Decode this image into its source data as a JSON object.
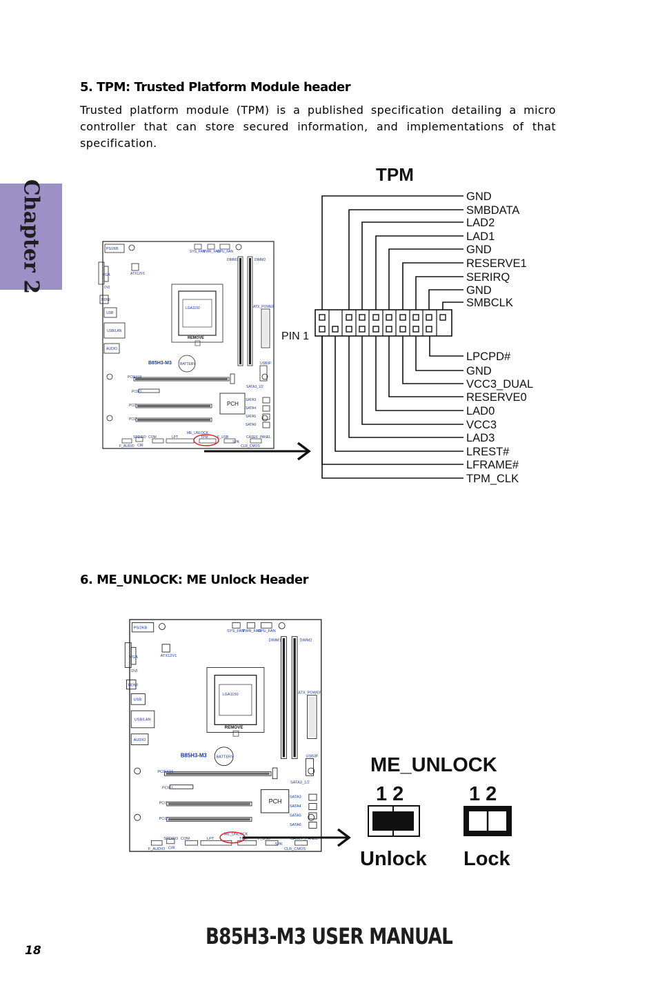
{
  "chapter_tab": "Chapter 2",
  "section5": {
    "title": "5. TPM: Trusted Platform Module header",
    "paragraph": "Trusted platform module (TPM) is a published specification detailing a micro controller that can store secured information, and implementations of that specification."
  },
  "tpm_diagram": {
    "title": "TPM",
    "pin1_label": "PIN 1",
    "top_labels": [
      "GND",
      "SMBDATA",
      "LAD2",
      "LAD1",
      "GND",
      "RESERVE1",
      "SERIRQ",
      "GND",
      "SMBCLK"
    ],
    "bottom_labels": [
      "LPCPD#",
      "GND",
      "VCC3_DUAL",
      "RESERVE0",
      "LAD0",
      "VCC3",
      "LAD3",
      "LREST#",
      "LFRAME#",
      "TPM_CLK"
    ]
  },
  "board": {
    "model": "B85H3-M3",
    "labels": {
      "ps2kb": "PS/2KB",
      "atx12v1": "ATX12V1",
      "vga": "VGA",
      "dvi": "DVI",
      "hdmi": "HDMI",
      "usb": "USB",
      "usblan": "USB/LAN",
      "audio": "AUDIO",
      "sys_fan": "SYS_FAN",
      "pwr_fan": "PWR_FAN",
      "cpu_fan": "CPU_FAN",
      "dimm1": "DIMM1",
      "dimm2": "DIMM2",
      "lga": "LGA1150",
      "remove": "REMOVE",
      "atx_power": "ATX_POWER",
      "usb3f": "USB3F",
      "battery": "BATTERY",
      "pciex16": "PCIEX16",
      "pciex1": "PCIE1",
      "pci1": "PCI1",
      "pci2": "PCI2",
      "pch": "PCH",
      "sata3_12": "SATA3_1/2",
      "sata3": "SATA3",
      "sata4": "SATA4",
      "sata5": "SATA5",
      "sata6": "SATA6",
      "me_unlock": "ME_UNLOCK",
      "tpm": "TPM",
      "spdif": "SPDIFO",
      "com": "COM",
      "lpt": "LPT",
      "f_usb": "F_USB",
      "spk": "SPK",
      "case": "CASE",
      "f_panel": "F_PANEL",
      "f_audio": "F_AUDIO",
      "cir": "CIR",
      "clr_cmos": "CLR_CMOS"
    }
  },
  "section6": {
    "title": "6. ME_UNLOCK: ME Unlock Header"
  },
  "me_unlock_diagram": {
    "title": "ME_UNLOCK",
    "pin_numbers": "1  2",
    "unlock_label": "Unlock",
    "lock_label": "Lock"
  },
  "footer": {
    "manual_title": "B85H3-M3 USER MANUAL",
    "page_number": "18"
  }
}
